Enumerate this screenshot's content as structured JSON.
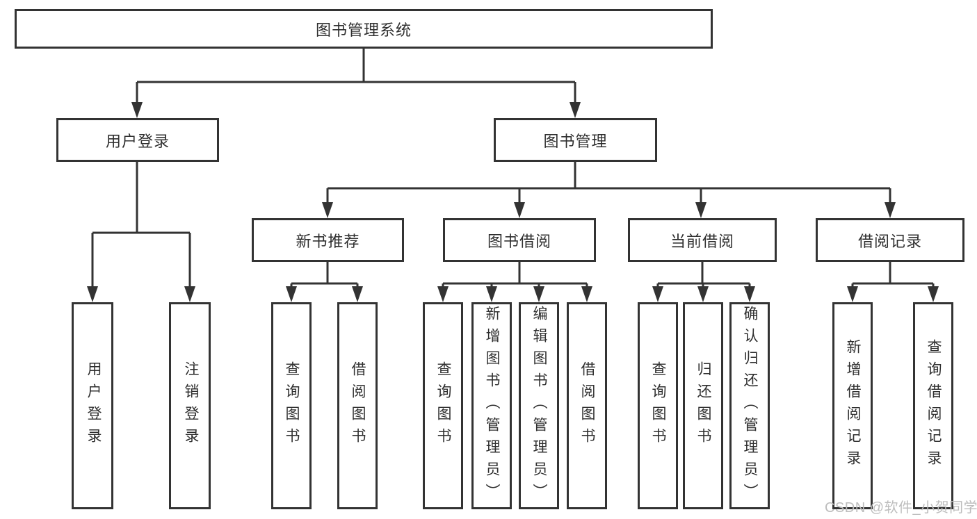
{
  "tree": {
    "root": "图书管理系统",
    "user_login": {
      "label": "用户登录",
      "children": [
        "用户登录",
        "注销登录"
      ]
    },
    "book_management": {
      "label": "图书管理",
      "sections": {
        "new_books": {
          "label": "新书推荐",
          "children": [
            "查询图书",
            "借阅图书"
          ]
        },
        "book_borrowing": {
          "label": "图书借阅",
          "children": [
            "查询图书",
            "新增图书（管理员）",
            "编辑图书（管理员）",
            "借阅图书"
          ]
        },
        "current_borrowing": {
          "label": "当前借阅",
          "children": [
            "查询图书",
            "归还图书",
            "确认归还（管理员）"
          ]
        },
        "borrowing_records": {
          "label": "借阅记录",
          "children": [
            "新增借阅记录",
            "查询借阅记录"
          ]
        }
      }
    }
  },
  "watermark": "CSDN @软件_小贺同学",
  "colors": {
    "line": "#333333",
    "text": "#2f2f2f",
    "watermark": "#bdbdbd",
    "background": "#ffffff"
  }
}
